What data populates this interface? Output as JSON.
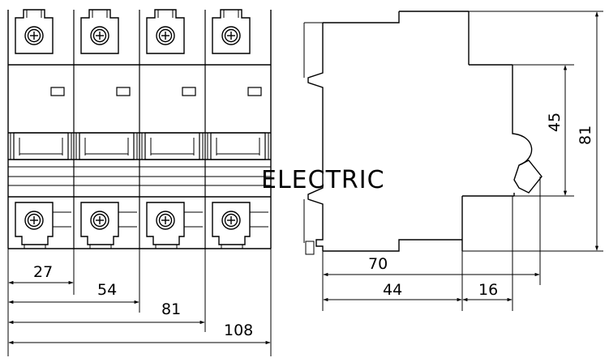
{
  "front_view": {
    "poles": 4,
    "dimensions": [
      "27",
      "54",
      "81",
      "108"
    ]
  },
  "side_view": {
    "dimensions": {
      "depth_total": "70",
      "depth_base": "44",
      "depth_step": "16",
      "height_front": "45",
      "height_total": "81"
    }
  },
  "watermark": "ELECTRIC"
}
